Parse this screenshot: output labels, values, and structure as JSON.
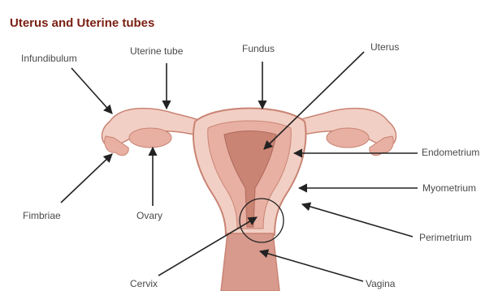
{
  "diagram": {
    "title": "Uterus and Uterine tubes",
    "labels": {
      "infundibulum": "Infundibulum",
      "uterine_tube": "Uterine tube",
      "fundus": "Fundus",
      "uterus": "Uterus",
      "endometrium": "Endometrium",
      "myometrium": "Myometrium",
      "perimetrium": "Perimetrium",
      "vagina": "Vagina",
      "cervix": "Cervix",
      "ovary": "Ovary",
      "fimbriae": "Fimbriae"
    },
    "colors": {
      "title": "#7a1f12",
      "tissue_light": "#f2cfc4",
      "tissue_mid": "#e8b0a3",
      "tissue_dark": "#c98474",
      "line": "#222222"
    }
  }
}
